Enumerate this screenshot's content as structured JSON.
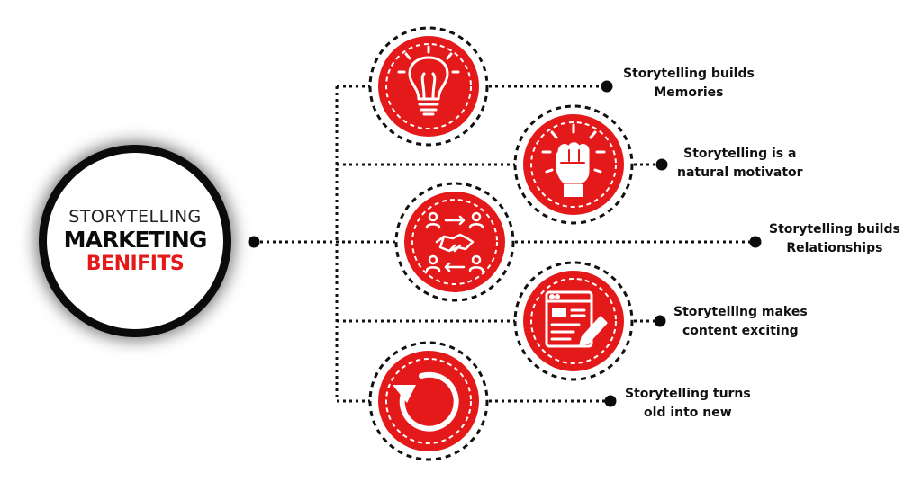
{
  "hub": {
    "line1": "STORYTELLING",
    "line2": "MARKETING",
    "line3": "BENIFITS"
  },
  "colors": {
    "accent": "#e41a1a",
    "dark": "#0b0b0b",
    "text": "#111111"
  },
  "benefits": [
    {
      "icon": "lightbulb-icon",
      "line1": "Storytelling builds",
      "line2": "Memories"
    },
    {
      "icon": "raised-fist-icon",
      "line1": "Storytelling is a",
      "line2": "natural motivator"
    },
    {
      "icon": "handshake-network-icon",
      "line1": "Storytelling builds",
      "line2": "Relationships"
    },
    {
      "icon": "document-edit-icon",
      "line1": "Storytelling makes",
      "line2": "content exciting"
    },
    {
      "icon": "refresh-arrow-icon",
      "line1": "Storytelling turns",
      "line2": "old into new"
    }
  ]
}
